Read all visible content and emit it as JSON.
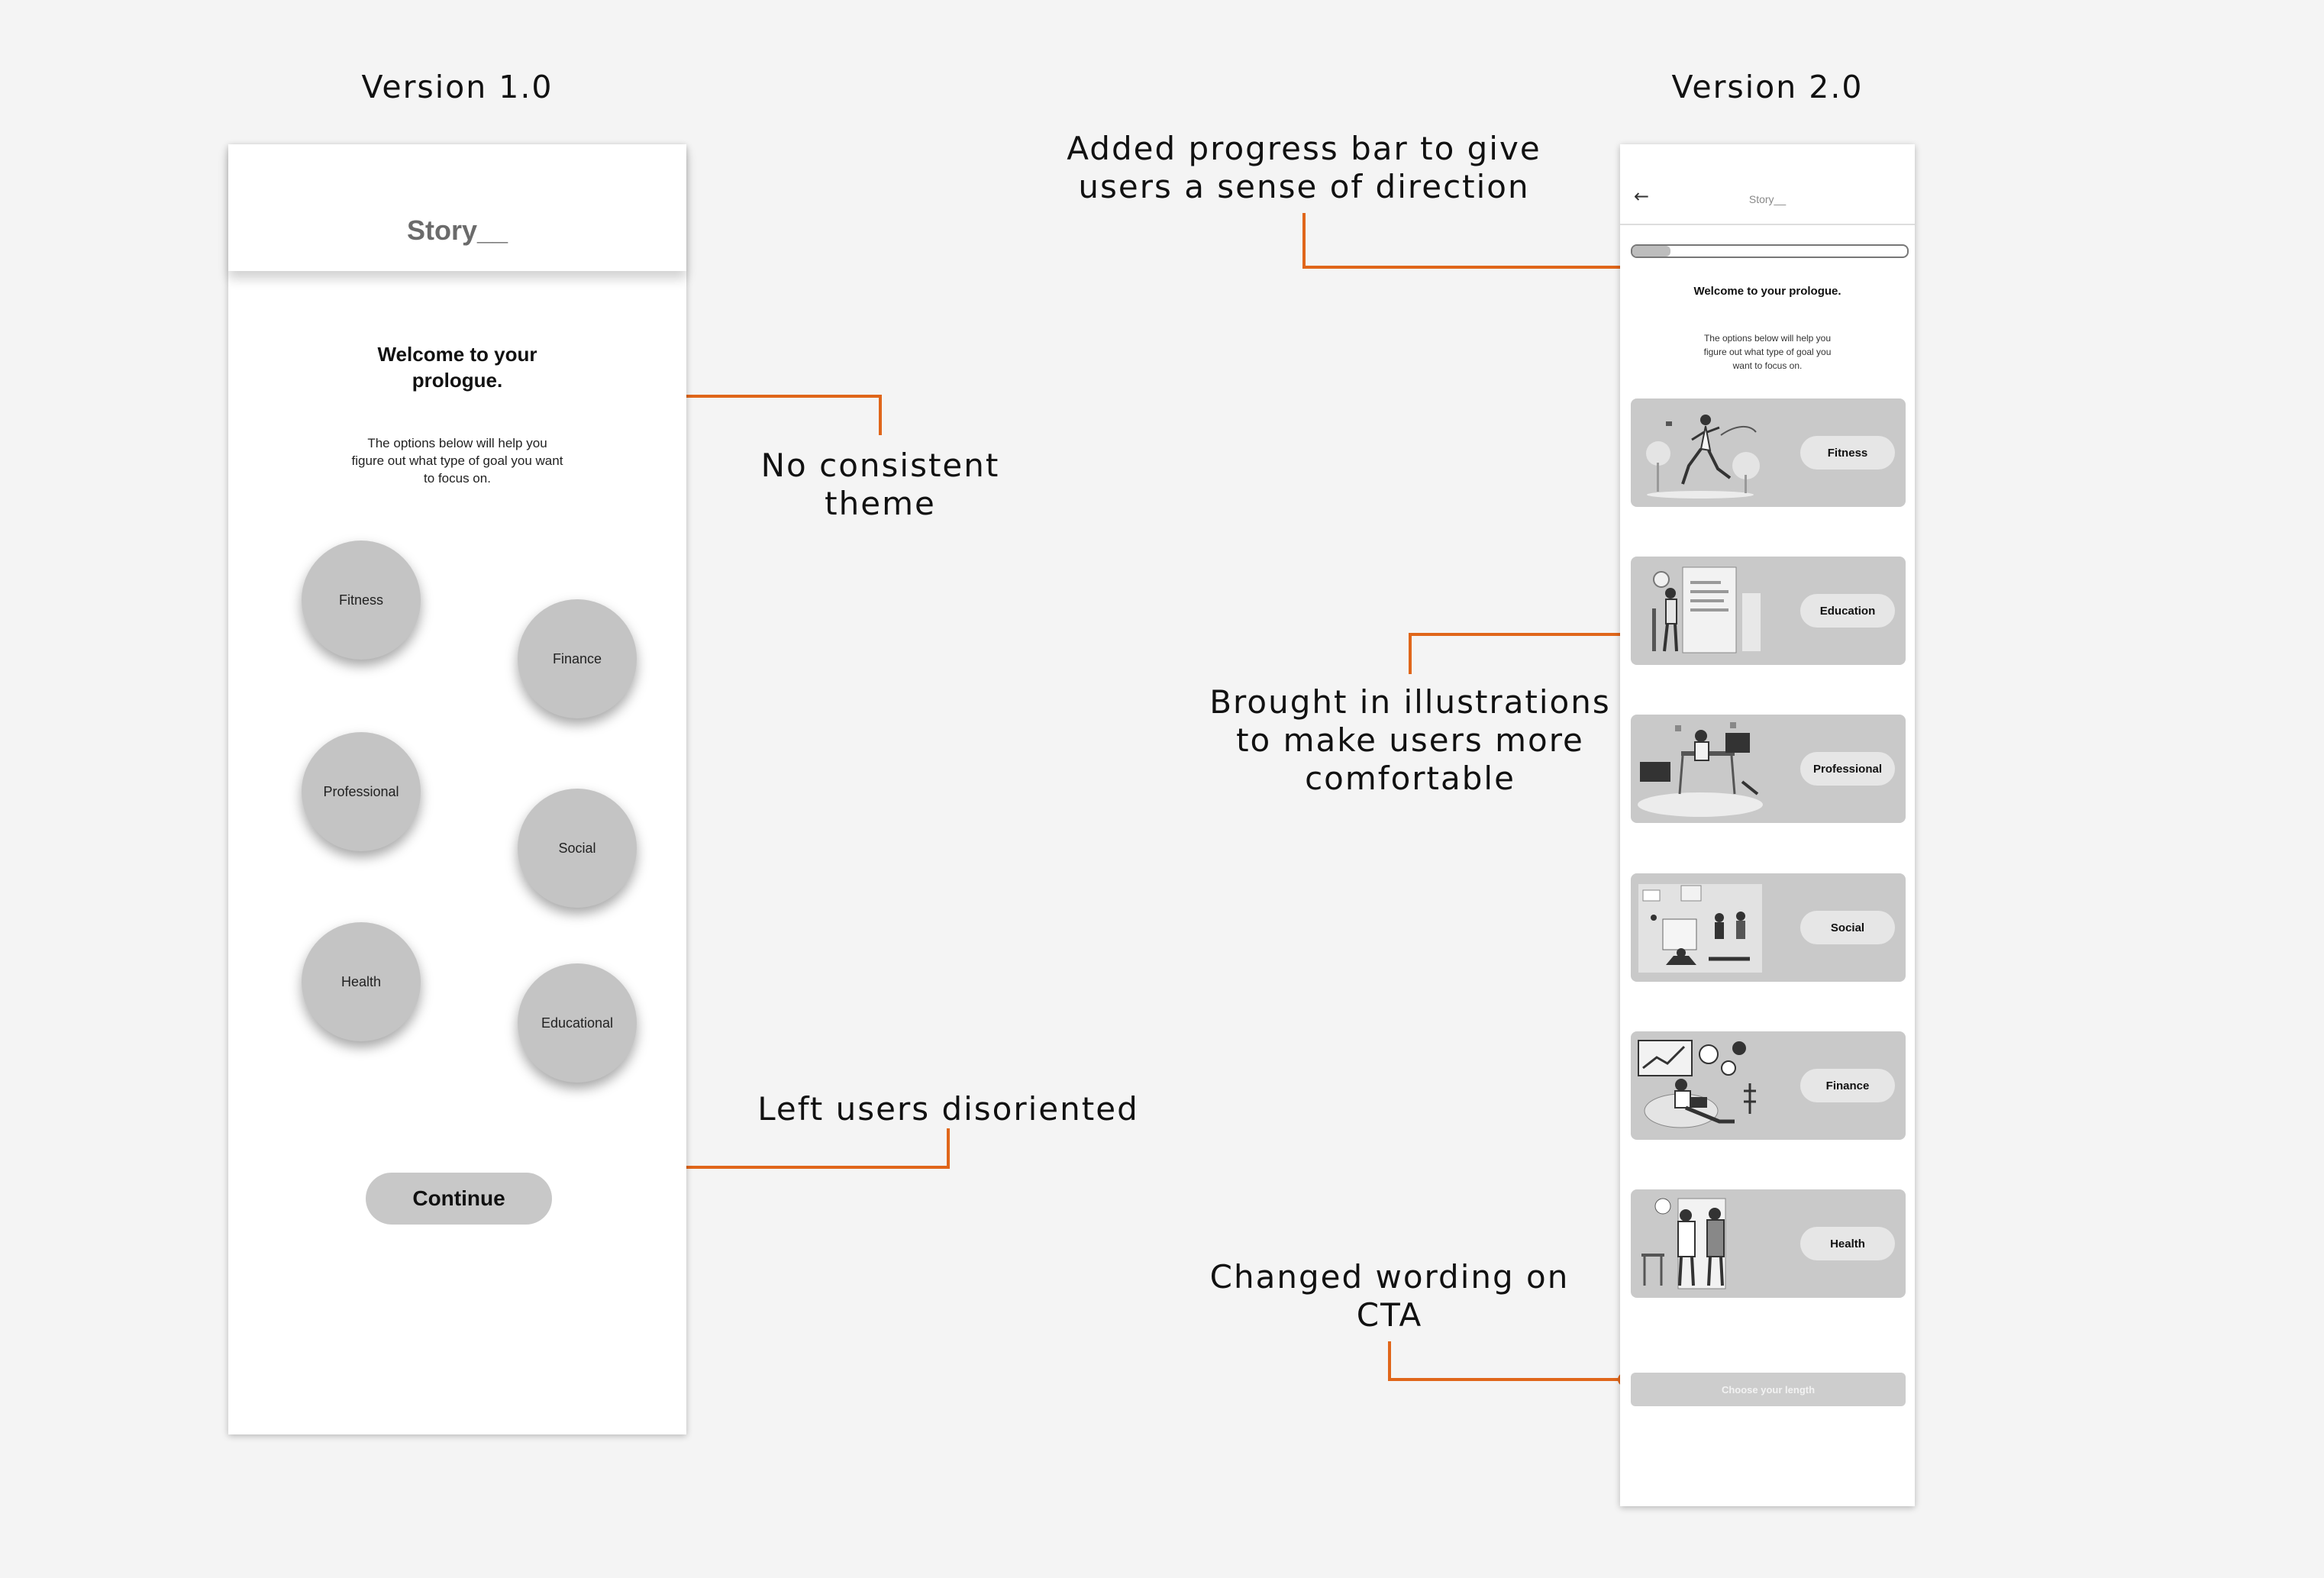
{
  "titles": {
    "v1": "Version 1.0",
    "v2": "Version 2.0"
  },
  "colors": {
    "accent": "#e0661a",
    "background": "#f4f4f4",
    "bubble": "#c4c4c4"
  },
  "annotations": {
    "theme_l1": "No consistent",
    "theme_l2": "theme",
    "disoriented": "Left users disoriented",
    "progress_l1": "Added progress bar to give",
    "progress_l2": "users a sense of direction",
    "illus_l1": "Brought in illustrations",
    "illus_l2": "to make users more",
    "illus_l3": "comfortable",
    "cta_l1": "Changed wording on",
    "cta_l2": "CTA"
  },
  "v1": {
    "logo": "Story__",
    "welcome_l1": "Welcome to your",
    "welcome_l2": "prologue.",
    "desc_l1": "The options below will help you",
    "desc_l2": "figure out what type of goal you want",
    "desc_l3": "to focus on.",
    "bubbles": [
      "Fitness",
      "Finance",
      "Professional",
      "Social",
      "Health",
      "Educational"
    ],
    "cta": "Continue"
  },
  "v2": {
    "back_icon": "arrow-left-icon",
    "logo": "Story__",
    "progress": 0.14,
    "welcome": "Welcome to your prologue.",
    "desc_l1": "The options below will help you",
    "desc_l2": "figure out what type of goal you",
    "desc_l3": "want to focus on.",
    "cards": [
      "Fitness",
      "Education",
      "Professional",
      "Social",
      "Finance",
      "Health"
    ],
    "cta": "Choose your length"
  }
}
